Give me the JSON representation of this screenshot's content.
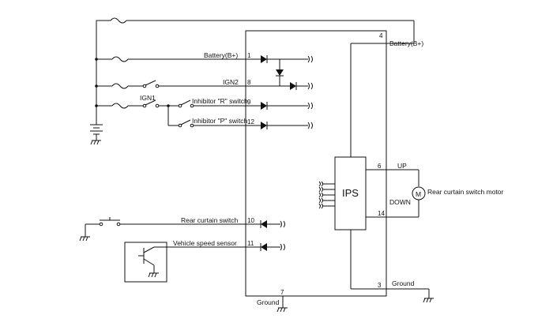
{
  "diagram": {
    "signals": {
      "battery_left": "Battery(B+)",
      "ign2": "IGN2",
      "ign1": "IGN1",
      "inhibitor_r": "Inhibitor \"R\" switch",
      "inhibitor_p": "Inhibitor \"P\" switch",
      "rear_curtain_switch": "Rear curtain switch",
      "vehicle_speed_sensor": "Vehicle speed sensor",
      "battery_right": "Battery(B+)",
      "up": "UP",
      "down": "DOWN",
      "motor": "Rear curtain switch motor",
      "ground_right": "Ground",
      "ground_bottom": "Ground",
      "ips": "IPS",
      "motor_symbol": "M"
    },
    "pins": {
      "p1": "1",
      "p8": "8",
      "p9": "9",
      "p12": "12",
      "p10": "10",
      "p11": "11",
      "p4": "4",
      "p6": "6",
      "p14": "14",
      "p3": "3",
      "p7": "7"
    }
  }
}
